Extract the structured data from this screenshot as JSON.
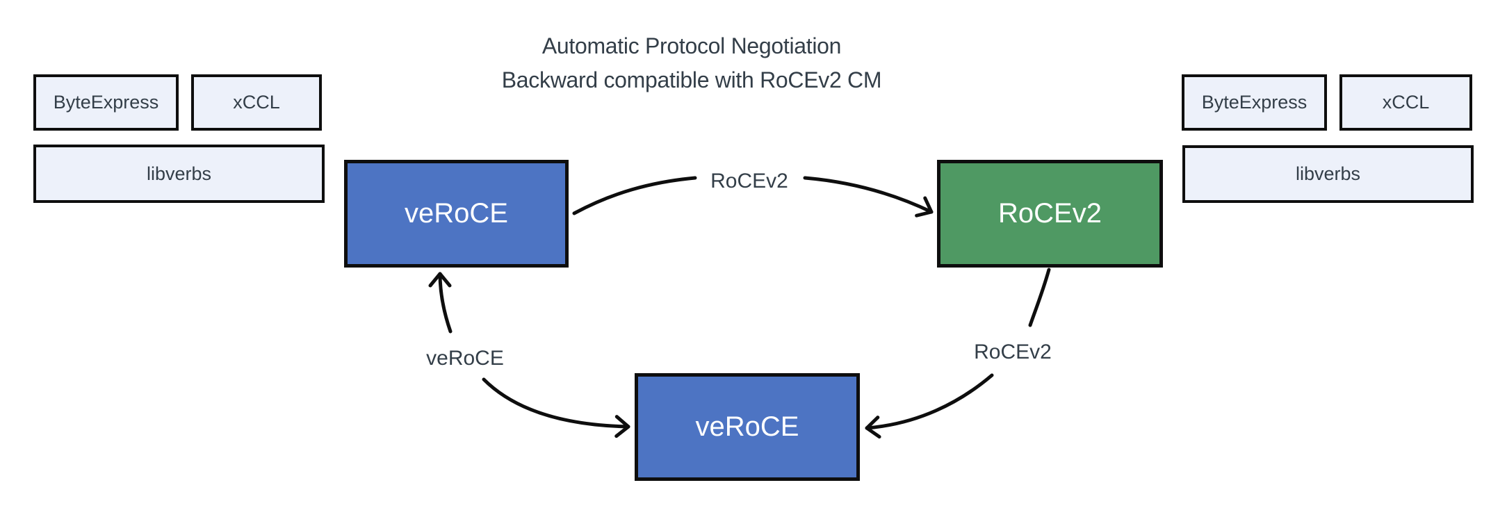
{
  "title": {
    "line1": "Automatic Protocol Negotiation",
    "line2": "Backward compatible with RoCEv2 CM"
  },
  "stacks": {
    "left": {
      "byteexpress": "ByteExpress",
      "xccl": "xCCL",
      "libverbs": "libverbs"
    },
    "right": {
      "byteexpress": "ByteExpress",
      "xccl": "xCCL",
      "libverbs": "libverbs"
    }
  },
  "nodes": {
    "veroce_left": "veRoCE",
    "rocev2": "RoCEv2",
    "veroce_bottom": "veRoCE"
  },
  "edges": {
    "top": {
      "label": "RoCEv2",
      "from": "veRoCE (left)",
      "to": "RoCEv2",
      "arrowheads": "single"
    },
    "left": {
      "label": "veRoCE",
      "from": "veRoCE (left)",
      "to": "veRoCE (bottom)",
      "arrowheads": "double"
    },
    "right": {
      "label": "RoCEv2",
      "from": "RoCEv2",
      "to": "veRoCE (bottom)",
      "arrowheads": "single"
    }
  },
  "colors": {
    "background": "#ffffff",
    "node_blue": "#4d74c3",
    "node_green": "#4f9963",
    "stack_fill": "#edf1fa",
    "ink": "#333e48",
    "line": "#0e0e0e"
  }
}
